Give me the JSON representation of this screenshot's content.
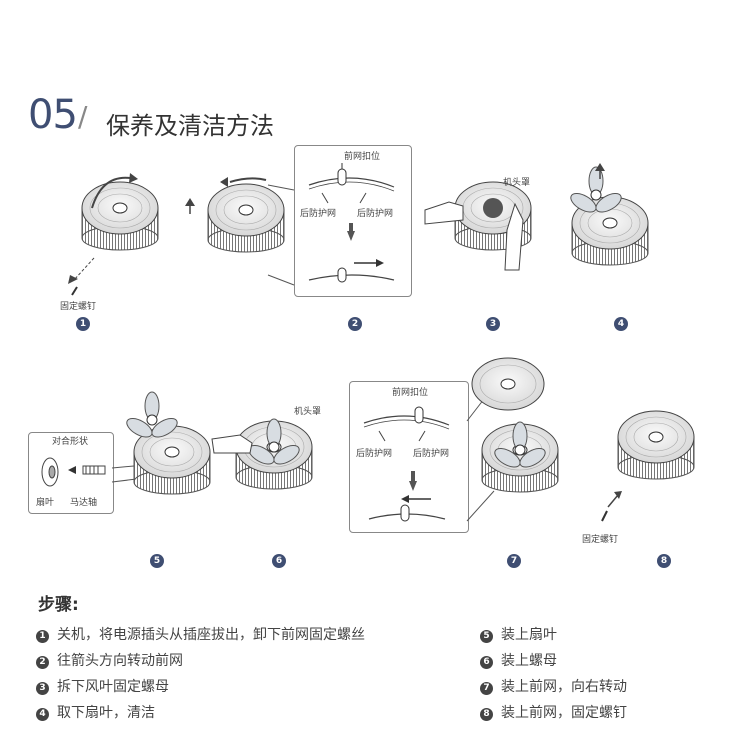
{
  "title": {
    "number": "05",
    "slash": "/",
    "text": "保养及清洁方法"
  },
  "diagram_labels": {
    "fixing_screw": "固定螺钉",
    "front_clip": "前网扣位",
    "rear_guard": "后防护网",
    "motor_cover": "机头罩",
    "align_shape": "对合形状",
    "fan_blade": "扇叶",
    "motor_shaft": "马达轴"
  },
  "step_numbers": [
    "1",
    "2",
    "3",
    "4",
    "5",
    "6",
    "7",
    "8"
  ],
  "steps": {
    "title": "步骤:",
    "left": [
      {
        "num": "1",
        "text": "关机，将电源插头从插座拔出，卸下前网固定螺丝"
      },
      {
        "num": "2",
        "text": "往箭头方向转动前网"
      },
      {
        "num": "3",
        "text": "拆下风叶固定螺母"
      },
      {
        "num": "4",
        "text": "取下扇叶，清洁"
      }
    ],
    "right": [
      {
        "num": "5",
        "text": "装上扇叶"
      },
      {
        "num": "6",
        "text": "装上螺母"
      },
      {
        "num": "7",
        "text": "装上前网，向右转动"
      },
      {
        "num": "8",
        "text": "装上前网，固定螺钉"
      }
    ]
  },
  "colors": {
    "accent": "#3f4e72",
    "line": "#555555"
  }
}
